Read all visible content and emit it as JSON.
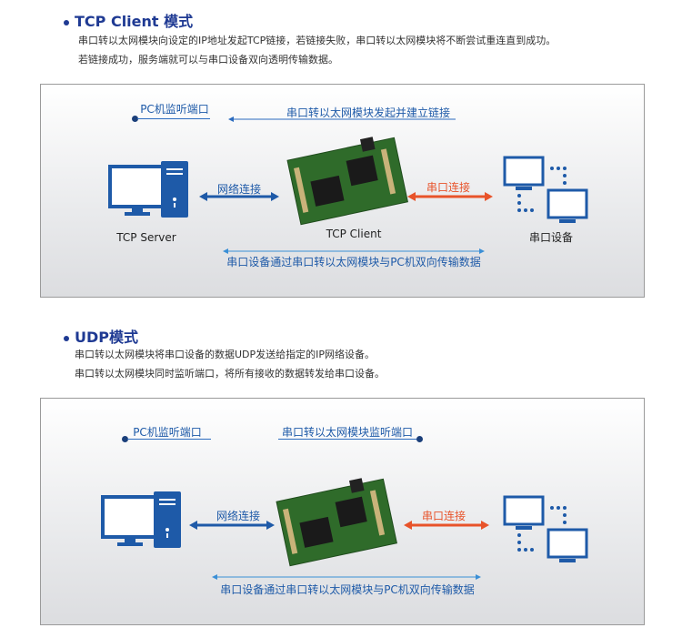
{
  "section1": {
    "title": "TCP Client 模式",
    "lines": [
      "串口转以太网模块向设定的IP地址发起TCP链接，若链接失败，串口转以太网模块将不断尝试重连直到成功。",
      "若链接成功，服务端就可以与串口设备双向透明传输数据。"
    ],
    "diagram": {
      "pc_listen": "PC机监听端口",
      "top_arrow": "串口转以太网模块发起并建立链接",
      "network": "网络连接",
      "serial": "串口连接",
      "server_label": "TCP Server",
      "module_label": "TCP Client",
      "device_label": "串口设备",
      "bottom_arrow": "串口设备通过串口转以太网模块与PC机双向传输数据"
    }
  },
  "section2": {
    "title": "UDP模式",
    "lines": [
      "串口转以太网模块将串口设备的数据UDP发送给指定的IP网络设备。",
      "串口转以太网模块同时监听端口，将所有接收的数据转发给串口设备。"
    ],
    "diagram": {
      "pc_listen": "PC机监听端口",
      "top_label": "串口转以太网模块监听端口",
      "network": "网络连接",
      "serial": "串口连接",
      "bottom_arrow": "串口设备通过串口转以太网模块与PC机双向传输数据"
    }
  },
  "colors": {
    "blue": "#1e5aa8",
    "orange": "#e8532a",
    "title": "#1f3a93"
  }
}
